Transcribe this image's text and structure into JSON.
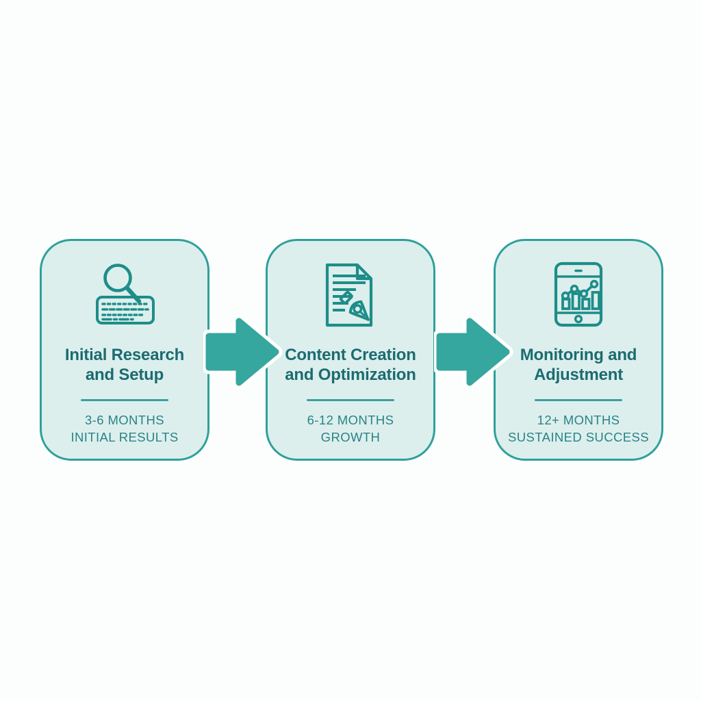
{
  "diagram": {
    "type": "process-flow",
    "direction": "left-to-right",
    "background": "#fcfdfd",
    "colors": {
      "card_fill": "#dcefed",
      "card_border": "#2fa09a",
      "arrow": "#35a79e",
      "title_text": "#1c6b70",
      "subtitle_text": "#2b8286",
      "icon_stroke": "#1e8d89",
      "divider": "#39a09e"
    },
    "steps": [
      {
        "icon": "search-keyboard-icon",
        "title_lines": [
          "Initial Research",
          "and Setup"
        ],
        "subtitle_lines": [
          "3-6 MONTHS",
          "INITIAL RESULTS"
        ]
      },
      {
        "icon": "document-pen-icon",
        "title_lines": [
          "Content Creation",
          "and Optimization"
        ],
        "subtitle_lines": [
          "6-12 MONTHS",
          "GROWTH"
        ]
      },
      {
        "icon": "tablet-analytics-icon",
        "title_lines": [
          "Monitoring and",
          "Adjustment"
        ],
        "subtitle_lines": [
          "12+ MONTHS",
          "SUSTAINED SUCCESS"
        ]
      }
    ]
  }
}
